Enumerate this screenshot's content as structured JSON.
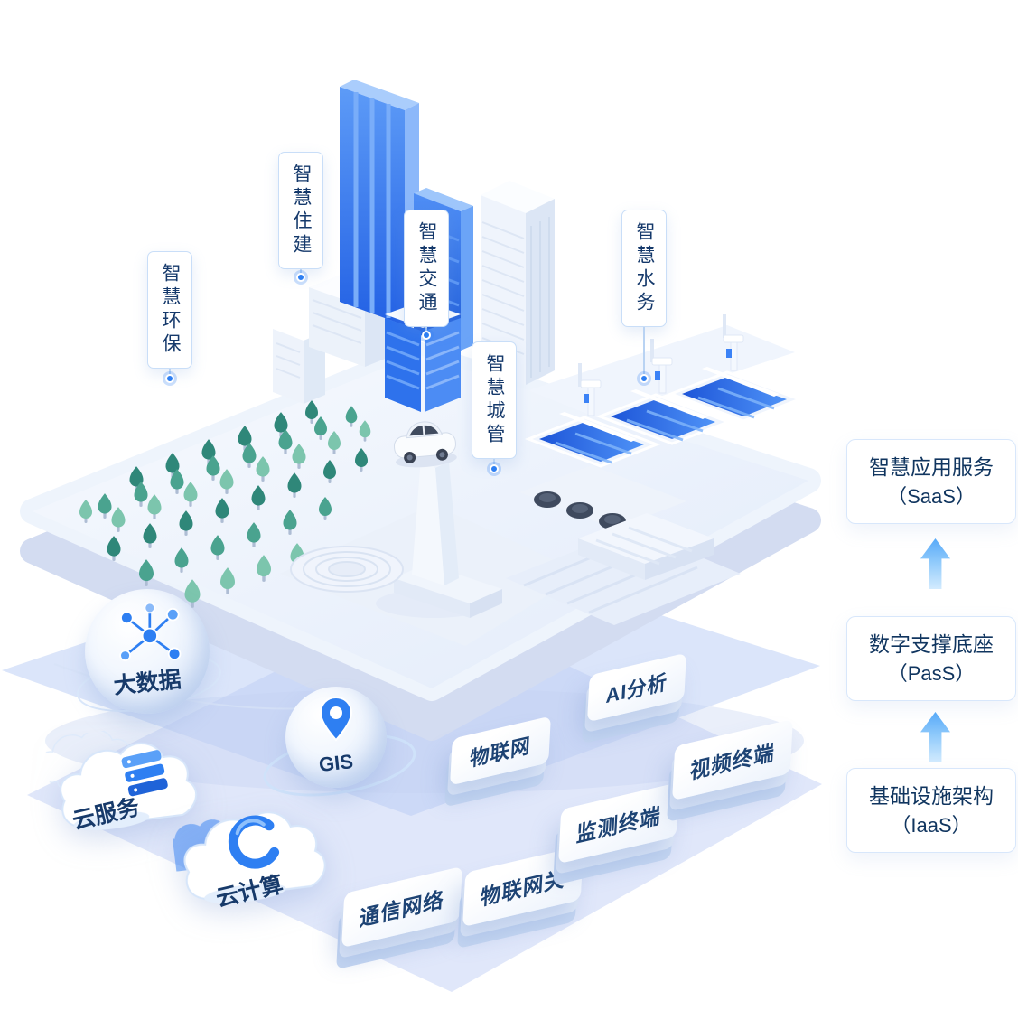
{
  "callouts": [
    {
      "label": "智慧环保",
      "icon": "leader-dot-icon"
    },
    {
      "label": "智慧住建",
      "icon": "leader-dot-icon"
    },
    {
      "label": "智慧交通",
      "icon": "leader-dot-icon"
    },
    {
      "label": "智慧城管",
      "icon": "leader-dot-icon"
    },
    {
      "label": "智慧水务",
      "icon": "leader-dot-icon"
    }
  ],
  "paas_layer": {
    "items": [
      {
        "label": "大数据",
        "icon": "network-sphere-icon"
      },
      {
        "label": "GIS",
        "icon": "location-pin-sphere-icon"
      },
      {
        "label": "物联网",
        "icon": "slab-tile-icon"
      },
      {
        "label": "AI分析",
        "icon": "slab-tile-icon"
      }
    ]
  },
  "iaas_layer": {
    "items": [
      {
        "label": "云服务",
        "icon": "cloud-server-stack-icon"
      },
      {
        "label": "云计算",
        "icon": "cloud-c-swirl-icon"
      },
      {
        "label": "通信网络",
        "icon": "slab-tile-icon"
      },
      {
        "label": "物联网关",
        "icon": "slab-tile-icon"
      },
      {
        "label": "监测终端",
        "icon": "slab-tile-icon"
      },
      {
        "label": "视频终端",
        "icon": "slab-tile-icon"
      }
    ]
  },
  "right_panel": {
    "arrow_icon": "up-arrow-icon",
    "levels": [
      {
        "title": "智慧应用服务",
        "subtitle": "（SaaS）"
      },
      {
        "title": "数字支撑底座",
        "subtitle": "（PasS）"
      },
      {
        "title": "基础设施架构",
        "subtitle": "（IaaS）"
      }
    ]
  },
  "colors": {
    "accent": "#2e7ff2",
    "text_dark": "#15396b",
    "water_blue": "#2563eb",
    "sheet_blue": "#b7ccf5",
    "tree_teal": "#3f998a"
  }
}
